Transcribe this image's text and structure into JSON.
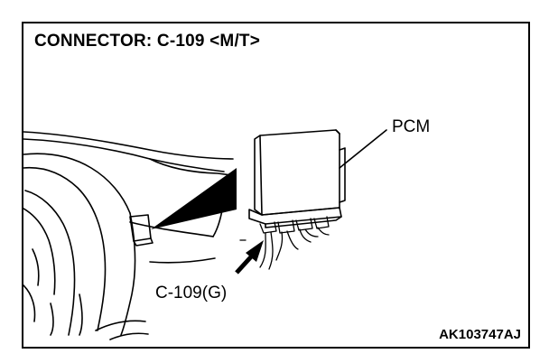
{
  "title": "CONNECTOR: C-109 <M/T>",
  "labels": {
    "pcm": "PCM",
    "connector": "C-109(G)"
  },
  "reference_code": "AK103747AJ",
  "colors": {
    "ink": "#000000",
    "paper": "#ffffff"
  }
}
